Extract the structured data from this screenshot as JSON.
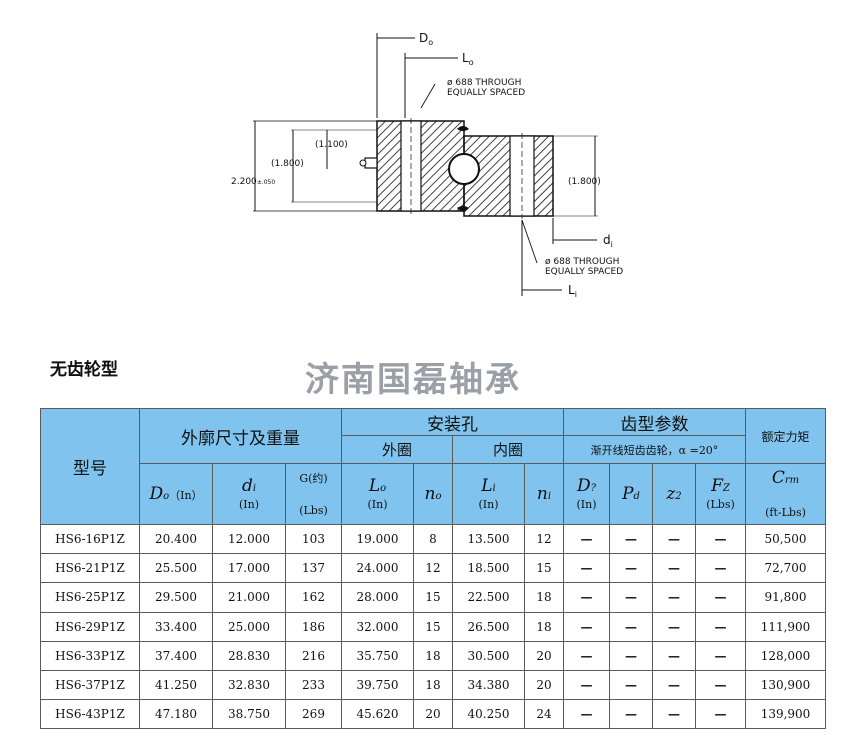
{
  "diagram": {
    "labels": {
      "Do": "D",
      "Do_sub": "o",
      "Lo": "L",
      "Lo_sub": "o",
      "outer_hole": "ø 688 THROUGH",
      "outer_hole2": "EQUALLY SPACED",
      "dim_1100": "(1.100)",
      "dim_1800_left": "(1.800)",
      "dim_2200": "2.200",
      "dim_2200_tol": "±.050",
      "dim_1800_right": "(1.800)",
      "di": "d",
      "di_sub": "i",
      "inner_hole": "ø 688 THROUGH",
      "inner_hole2": "EQUALLY SPACED",
      "Li": "L",
      "Li_sub": "i"
    }
  },
  "subtitle": "无齿轮型",
  "watermark": "济南国磊轴承",
  "table": {
    "header": {
      "model": "型号",
      "dims_weight": "外廓尺寸及重量",
      "mounting": "安装孔",
      "outer_ring": "外圈",
      "inner_ring": "内圈",
      "gear": "齿型参数",
      "gear_note": "渐开线短齿齿轮，α =20°",
      "rated_torque": "额定力矩",
      "Do_sym": "D",
      "Do_sub": "o",
      "Do_unit": "（In）",
      "di_sym": "d",
      "di_sub": "i",
      "di_unit": "(In)",
      "G_label": "G(约)",
      "G_unit": "(Lbs)",
      "Lo_sym": "L",
      "Lo_sub": "o",
      "Lo_unit": "(In)",
      "no_sym": "n",
      "no_sub": "o",
      "Li_sym": "L",
      "Li_sub": "i",
      "Li_unit": "(In)",
      "ni_sym": "n",
      "ni_sub": "i",
      "D_sym": "D",
      "D_sub": "?",
      "D_unit": "(In)",
      "Pd_sym": "P",
      "Pd_sub": "d",
      "z2_sym": "z",
      "z2_sub": "2",
      "Fz_sym": "F",
      "Fz_sub": "Z",
      "Fz_unit": "(Lbs)",
      "Crm_sym": "C",
      "Crm_sub": "rm",
      "Crm_unit": "(ft-Lbs)"
    },
    "dash": "—",
    "rows": [
      {
        "model": "HS6-16P1Z",
        "Do": "20.400",
        "di": "12.000",
        "G": "103",
        "Lo": "19.000",
        "no": "8",
        "Li": "13.500",
        "ni": "12",
        "Crm": "50,500"
      },
      {
        "model": "HS6-21P1Z",
        "Do": "25.500",
        "di": "17.000",
        "G": "137",
        "Lo": "24.000",
        "no": "12",
        "Li": "18.500",
        "ni": "15",
        "Crm": "72,700"
      },
      {
        "model": "HS6-25P1Z",
        "Do": "29.500",
        "di": "21.000",
        "G": "162",
        "Lo": "28.000",
        "no": "15",
        "Li": "22.500",
        "ni": "18",
        "Crm": "91,800"
      },
      {
        "model": "HS6-29P1Z",
        "Do": "33.400",
        "di": "25.000",
        "G": "186",
        "Lo": "32.000",
        "no": "15",
        "Li": "26.500",
        "ni": "18",
        "Crm": "111,900"
      },
      {
        "model": "HS6-33P1Z",
        "Do": "37.400",
        "di": "28.830",
        "G": "216",
        "Lo": "35.750",
        "no": "18",
        "Li": "30.500",
        "ni": "20",
        "Crm": "128,000"
      },
      {
        "model": "HS6-37P1Z",
        "Do": "41.250",
        "di": "32.830",
        "G": "233",
        "Lo": "39.750",
        "no": "18",
        "Li": "34.380",
        "ni": "20",
        "Crm": "130,900"
      },
      {
        "model": "HS6-43P1Z",
        "Do": "47.180",
        "di": "38.750",
        "G": "269",
        "Lo": "45.620",
        "no": "20",
        "Li": "40.250",
        "ni": "24",
        "Crm": "139,900"
      }
    ]
  }
}
